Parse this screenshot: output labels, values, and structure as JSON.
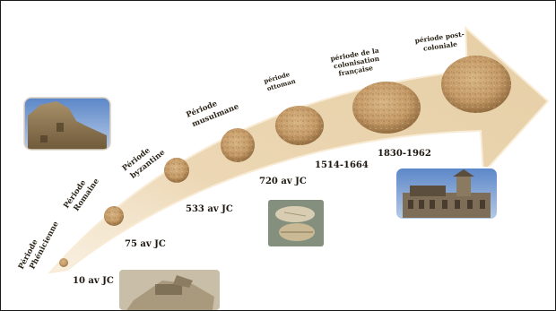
{
  "timeline": {
    "periods": [
      {
        "name": "Période Phénicienne",
        "lines": [
          "Période",
          "Phénicienne"
        ],
        "date": "10 av JC"
      },
      {
        "name": "Période Romaine",
        "lines": [
          "Période",
          "Romaine"
        ],
        "date": "75 av JC"
      },
      {
        "name": "Période byzantine",
        "lines": [
          "Période",
          "byzantine"
        ],
        "date": ""
      },
      {
        "name": "Période musulmane",
        "lines": [
          "Période",
          "musulmane"
        ],
        "date": "533 av JC"
      },
      {
        "name": "période ottoman",
        "lines": [
          "période",
          "ottoman"
        ],
        "date": "720 av JC"
      },
      {
        "name": "période de la colonisation française",
        "lines": [
          "période de la",
          "colonisation",
          "française"
        ],
        "date": "1514-1664"
      },
      {
        "name": "période post-coloniale",
        "lines": [
          "période post-",
          "coloniale"
        ],
        "date": "1830-1962"
      }
    ],
    "photos": [
      {
        "subject": "ancient stone tower ruin",
        "icon": "ruin-photo-icon"
      },
      {
        "subject": "roman excavation site",
        "icon": "excavation-photo-icon"
      },
      {
        "subject": "stone artifact fragments",
        "icon": "artifact-photo-icon"
      },
      {
        "subject": "colonial building facade",
        "icon": "building-photo-icon"
      }
    ],
    "colors": {
      "arrow_fill": "#ecd7b4",
      "arrow_edge": "#f8ecd6",
      "circle_main": "#c49a67",
      "circle_dark": "#8a6438",
      "text": "#2b2418"
    }
  }
}
